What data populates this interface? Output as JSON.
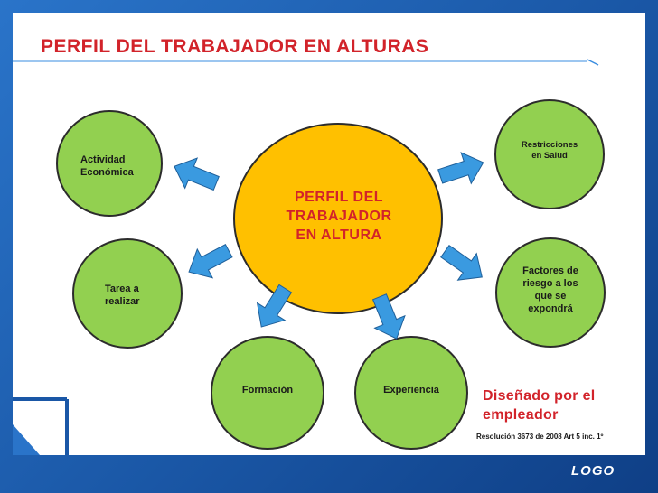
{
  "slide": {
    "title": "PERFIL DEL TRABAJADOR EN ALTURAS",
    "logo": "LOGO"
  },
  "diagram": {
    "center": {
      "line1": "PERFIL  DEL",
      "line2": "TRABAJADOR",
      "line3": "EN ALTURA"
    },
    "nodes": {
      "actividad": {
        "line1": "Actividad",
        "line2": "Económica"
      },
      "tarea": {
        "line1": "Tarea a",
        "line2": "realizar"
      },
      "formacion": {
        "line1": "Formación"
      },
      "experiencia": {
        "line1": "Experiencia"
      },
      "factores": {
        "line1": "Factores de",
        "line2": "riesgo a los",
        "line3": "que se",
        "line4": "expondrá"
      },
      "restricciones": {
        "line1": "Restricciones",
        "line2": "en Salud"
      }
    }
  },
  "notes": {
    "designed_line1": "Diseñado por el",
    "designed_line2": "empleador",
    "resolution": "Resolución 3673 de 2008 Art 5 inc. 1º"
  },
  "colors": {
    "title_red": "#d2232a",
    "node_green": "#92d050",
    "center_yellow": "#ffc000",
    "arrow_blue": "#3a9ae0",
    "slide_blue": "#1d5fb0"
  },
  "icons": [
    "arrow-icon"
  ]
}
